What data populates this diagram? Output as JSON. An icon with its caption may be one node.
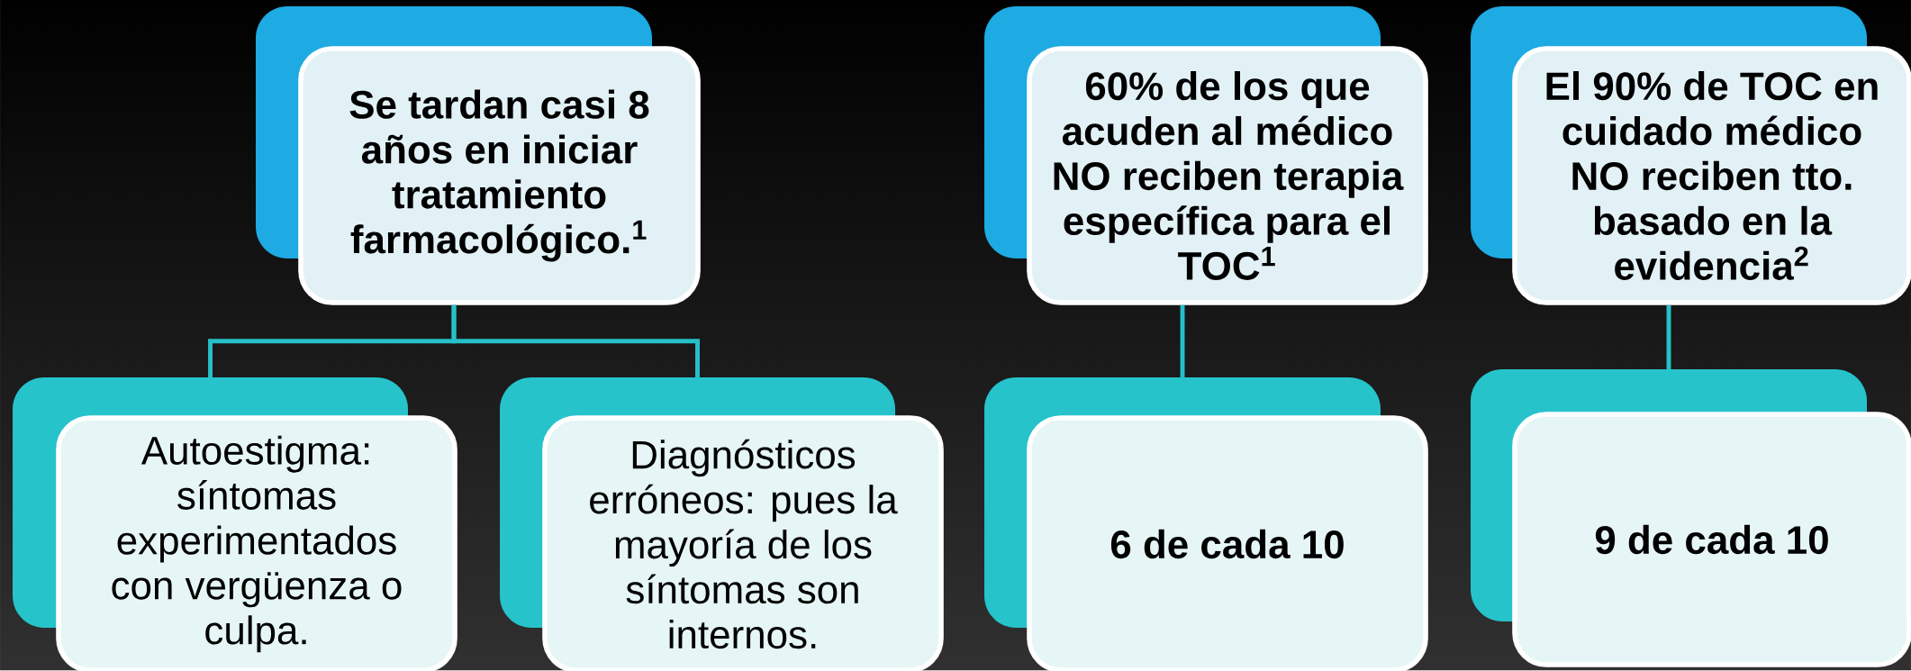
{
  "diagram": {
    "nodes": [
      {
        "text": [
          "Se tardan casi 8 años en iniciar tratamiento farmacológico.$^{1}$"
        ]
      },
      {
        "text": [
          "Autoestigma: síntomas experimentados con vergüenza o culpa."
        ]
      },
      {
        "text": [
          "Diagnósticos erróneos: pues la mayoría de los síntomas son internos."
        ]
      },
      {
        "text": [
          "60% de los que acuden al médico NO reciben terapia específica para el TOC$^{1}$"
        ]
      },
      {
        "text": [
          "6 de cada 10"
        ]
      },
      {
        "text": [
          "El 90% de TOC en cuidado médico NO reciben tto. basado en la evidencia$^{2}$"
        ]
      },
      {
        "text": [
          "9 de cada 10"
        ]
      }
    ],
    "edges": [
      {
        "from": 0,
        "to": 1,
        "arrow": "none"
      },
      {
        "from": 0,
        "to": 2,
        "arrow": "none"
      },
      {
        "from": 3,
        "to": 4,
        "arrow": "none"
      },
      {
        "from": 5,
        "to": 6,
        "arrow": "none"
      }
    ]
  }
}
